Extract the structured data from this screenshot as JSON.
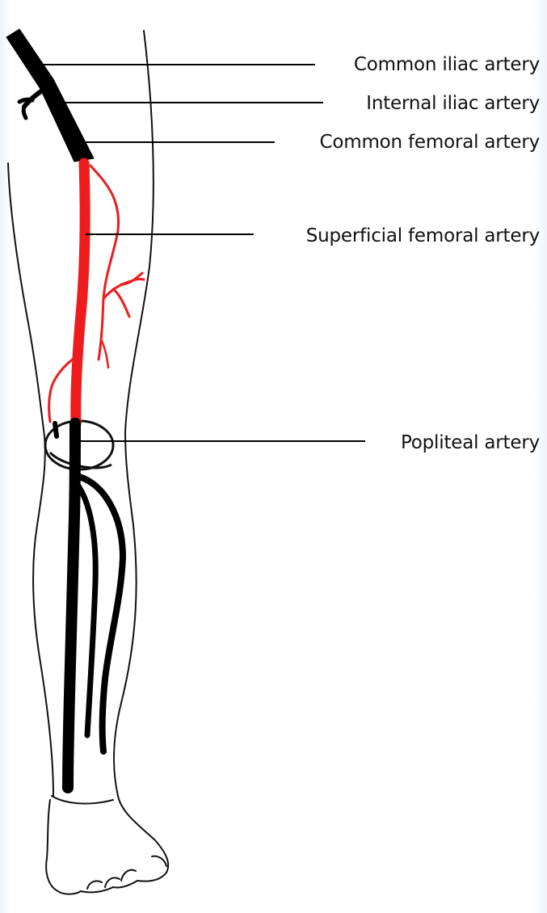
{
  "labels": {
    "common_iliac": "Common iliac artery",
    "internal_iliac": "Internal iliac artery",
    "common_femoral": "Common femoral artery",
    "superficial_femoral": "Superficial femoral artery",
    "popliteal": "Popliteal artery"
  },
  "colors": {
    "highlight_artery": "#ee1c1c",
    "artery": "#000000",
    "outline": "#111111"
  }
}
